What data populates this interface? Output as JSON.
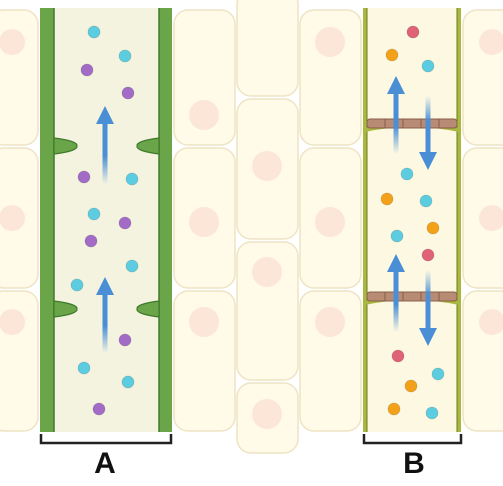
{
  "labels": {
    "a": "A",
    "b": "B"
  },
  "colors": {
    "cell_fill": "#fffbe8",
    "cell_border": "#eee3c4",
    "nucleus": "#fce6d8",
    "xylem_wall": "#6aa549",
    "xylem_wall_dark": "#3f7a2a",
    "xylem_lumen": "#f3f3e0",
    "phloem_wall": "#a9b83f",
    "phloem_lumen": "#fdf8e2",
    "sieve_plate": "#b78b74",
    "arrow": "#4a8fd6",
    "bracket": "#222222"
  },
  "particle_colors": {
    "cyan": "#5ccce0",
    "purple": "#a26bc6",
    "red": "#e06277",
    "orange": "#f4a11a"
  },
  "tube_a": {
    "particles": [
      "cyan",
      "cyan",
      "purple",
      "purple",
      "purple",
      "cyan",
      "cyan",
      "purple",
      "purple",
      "cyan",
      "cyan",
      "purple",
      "cyan",
      "cyan",
      "purple"
    ],
    "arrows": [
      "up",
      "up"
    ]
  },
  "tube_b": {
    "particles": [
      "red",
      "orange",
      "cyan",
      "orange",
      "cyan",
      "cyan",
      "orange",
      "cyan",
      "red",
      "orange",
      "red",
      "cyan",
      "orange",
      "cyan"
    ],
    "arrows": [
      "up",
      "down",
      "up",
      "down"
    ]
  }
}
